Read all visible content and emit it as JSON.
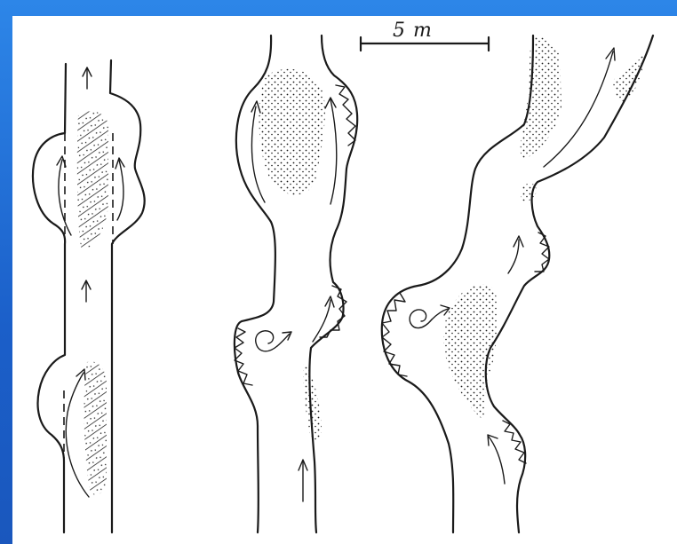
{
  "scale_bar": {
    "label": "5 m"
  },
  "colors": {
    "background_frame": "#1f6fd6",
    "paper": "#ffffff",
    "ink": "#1a1a1a"
  },
  "panels": [
    {
      "id": "left-channel",
      "features": [
        "flow-arrow",
        "hatched-bar",
        "dashed-bank-lines",
        "bank-bulges"
      ]
    },
    {
      "id": "middle-channel",
      "features": [
        "flow-arrow",
        "dotted-bar",
        "eddy-swirl",
        "eroded-bank-teeth"
      ]
    },
    {
      "id": "right-channel",
      "features": [
        "flow-arrow",
        "dotted-point-bars",
        "eddy-swirl",
        "eroded-bank-teeth"
      ]
    }
  ]
}
